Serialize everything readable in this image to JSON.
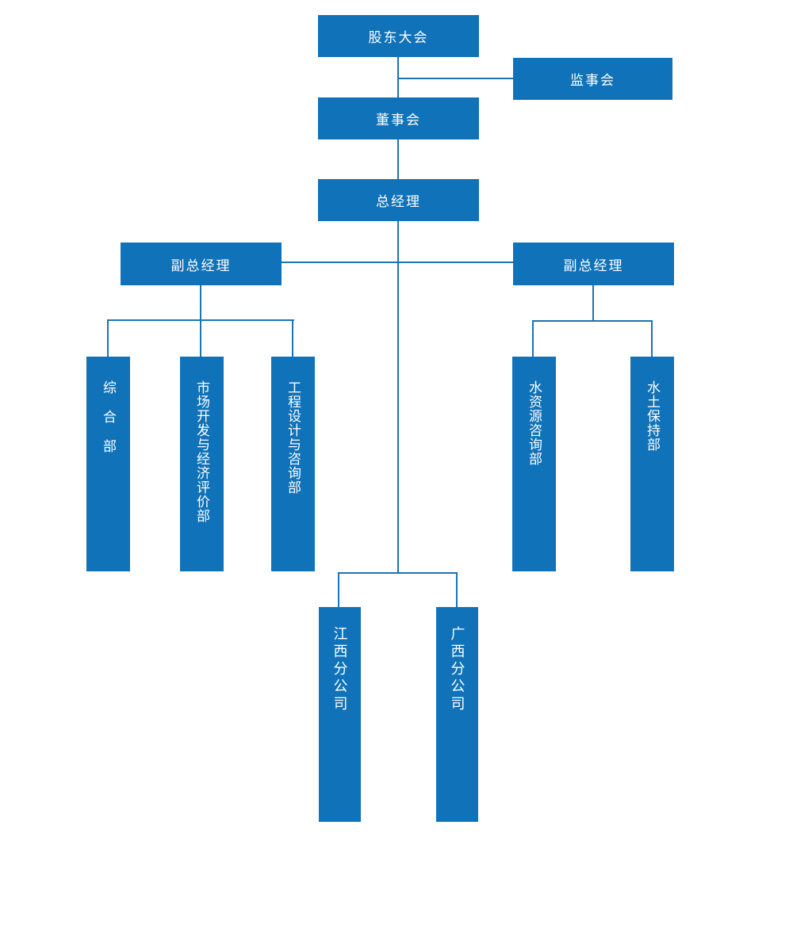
{
  "org_chart": {
    "type": "org-tree",
    "box_color": "#1072b8",
    "line_color": "#1b74b4",
    "text_color": "#ffffff",
    "nodes": {
      "shareholders_meeting": {
        "label": "股东大会",
        "parent": null
      },
      "supervisory_board": {
        "label": "监事会",
        "parent": "shareholders_meeting"
      },
      "board_of_directors": {
        "label": "董事会",
        "parent": "shareholders_meeting"
      },
      "general_manager": {
        "label": "总经理",
        "parent": "board_of_directors"
      },
      "deputy_gm_left": {
        "label": "副总经理",
        "parent": "general_manager"
      },
      "deputy_gm_right": {
        "label": "副总经理",
        "parent": "general_manager"
      },
      "dept_general_affairs": {
        "label": "综合部",
        "parent": "deputy_gm_left"
      },
      "dept_market_development": {
        "label": "市场开发与经济评价部",
        "parent": "deputy_gm_left"
      },
      "dept_engineering_design": {
        "label": "工程设计与咨询部",
        "parent": "deputy_gm_left"
      },
      "dept_water_resources": {
        "label": "水资源咨询部",
        "parent": "deputy_gm_right"
      },
      "dept_soil_conservation": {
        "label": "水土保持部",
        "parent": "deputy_gm_right"
      },
      "branch_jiangxi": {
        "label": "江西分公司",
        "parent": "general_manager"
      },
      "branch_guangxi": {
        "label": "广西分公司",
        "parent": "general_manager"
      }
    }
  }
}
